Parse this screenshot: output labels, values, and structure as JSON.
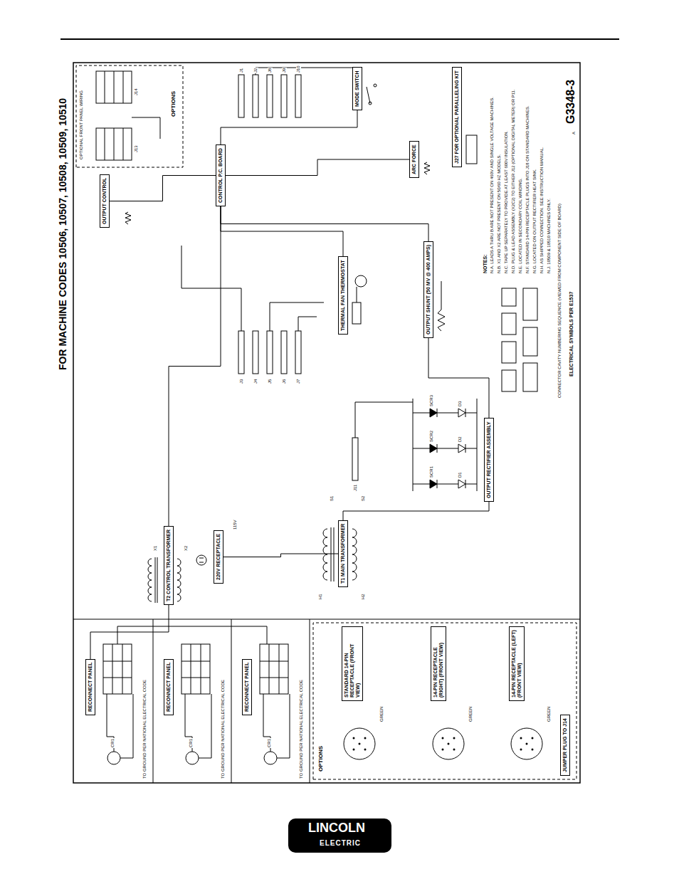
{
  "diagram": {
    "title": "FOR MACHINE CODES 10506, 10507, 10508, 10509, 10510",
    "nodes": [
      {
        "text": [
          "RECONNECT PANEL"
        ]
      },
      {
        "text": [
          "RECONNECT PANEL"
        ]
      },
      {
        "text": [
          "RECONNECT PANEL"
        ]
      },
      {
        "text": [
          "T2 CONTROL TRANSFORMER"
        ]
      },
      {
        "text": [
          "220V RECEPTACLE"
        ]
      },
      {
        "text": [
          "T1 MAIN TRANSFORMER"
        ]
      },
      {
        "text": [
          "OUTPUT RECTIFIER ASSEMBLY"
        ]
      },
      {
        "text": [
          "THERMAL FAN THERMOSTAT"
        ]
      },
      {
        "text": [
          "OUTPUT SHUNT (50 MV @ 400 AMPS)"
        ]
      },
      {
        "text": [
          "CONTROL P.C. BOARD"
        ]
      },
      {
        "text": [
          "OUTPUT CONTROL"
        ]
      },
      {
        "text": [
          "ARC FORCE"
        ]
      },
      {
        "text": [
          "MODE SWITCH"
        ]
      },
      {
        "text": [
          "J27 FOR OPTIONAL PARALLELING KIT"
        ]
      },
      {
        "text": [
          "STANDARD 14-PIN RECEPTACLE (FRONT VIEW)"
        ]
      },
      {
        "text": [
          "14-PIN RECEPTACLE (RIGHT) (FRONT VIEW)"
        ]
      },
      {
        "text": [
          "14-PIN RECEPTACLE (LEFT) (FRONT VIEW)"
        ]
      },
      {
        "text": [
          "JUMPER PLUG TO J14"
        ]
      }
    ],
    "edges": [
      {
        "from": 0,
        "to": 3,
        "arrow": "none"
      },
      {
        "from": 3,
        "to": 9,
        "arrow": "none"
      },
      {
        "from": 4,
        "to": 5,
        "arrow": "none"
      },
      {
        "from": 5,
        "to": 6,
        "arrow": "none"
      },
      {
        "from": 6,
        "to": 8,
        "arrow": "none"
      },
      {
        "from": 8,
        "to": 9,
        "arrow": "none"
      },
      {
        "from": 7,
        "to": 9,
        "arrow": "none"
      },
      {
        "from": 10,
        "to": 9,
        "arrow": "none"
      },
      {
        "from": 11,
        "to": 9,
        "arrow": "none"
      },
      {
        "from": 12,
        "to": 9,
        "arrow": "none"
      }
    ],
    "labels": [
      "G3348-3",
      "A",
      "OPTIONS",
      "OPTIONS",
      "OPTIONAL FRONT PANEL WIRING",
      "J14",
      "J13",
      "J1",
      "J2",
      "J3",
      "J4",
      "J5",
      "J6",
      "J7",
      "J8",
      "J9",
      "J10",
      "J11",
      "NOTES:",
      "N.A. LEADS A THRU B ARE NOT PRESENT ON 460V AND SINGLE VOLTAGE MACHINES.",
      "N.B. X1 AND X2 ARE NOT PRESENT ON 50/60 HZ MODELS.",
      "N.C. TAPE UP SEPARATELY TO PROVIDE AT LEAST 600V INSULATION.",
      "N.D. PLUG & LEAD ASSEMBLY (X2C2) TO EITHER J12 (OPTIONAL DIGITAL METER) OR P11.",
      "N.E. LOCATED IN SECONDARY COIL WINDING.",
      "N.F. STANDARD 14-PIN RECEPTACLE PLUGS INTO J18 ON STANDARD MACHINES.",
      "N.G. LOCATED ON OUTPUT RECTIFIER HEAT SINK.",
      "N.H. AS SHIPPED CONNECTION. SEE INSTRUCTION MANUAL.",
      "N.J. 10509 & 10510 MACHINES ONLY.",
      "CONNECTOR CAVITY NUMBERING SEQUENCE (VIEWED FROM COMPONENT SIDE OF BOARD)",
      "ELECTRICAL SYMBOLS PER E1537",
      "TO GROUND PER NATIONAL ELECTRICAL CODE",
      "TO GROUND PER NATIONAL ELECTRICAL CODE",
      "TO GROUND PER NATIONAL ELECTRICAL CODE",
      "CR1",
      "CR1",
      "CR1",
      "X1",
      "X2",
      "H1",
      "H2",
      "115V",
      "S1",
      "S2",
      "SCR1",
      "SCR2",
      "SCR3",
      "D1",
      "D2",
      "D3",
      "GREEN",
      "GREEN",
      "GREEN",
      "LINCOLN",
      "ELECTRIC"
    ]
  }
}
